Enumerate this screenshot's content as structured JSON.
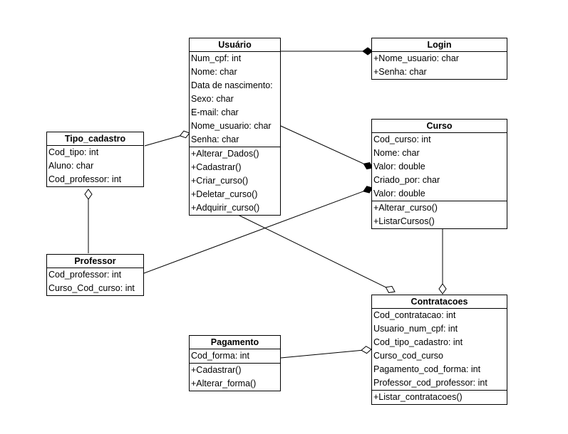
{
  "classes": {
    "usuario": {
      "name": "Usuário",
      "attributes": [
        "Num_cpf: int",
        "Nome: char",
        "Data de nascimento:",
        "Sexo: char",
        "E-mail: char",
        "Nome_usuario: char",
        "Senha: char"
      ],
      "methods": [
        "+Alterar_Dados()",
        "+Cadastrar()",
        "+Criar_curso()",
        "+Deletar_curso()",
        "+Adquirir_curso()"
      ]
    },
    "login": {
      "name": "Login",
      "attributes": [
        "+Nome_usuario: char",
        "+Senha: char"
      ],
      "methods": []
    },
    "curso": {
      "name": "Curso",
      "attributes": [
        "Cod_curso: int",
        "Nome: char",
        "Valor: double",
        "Criado_por: char",
        "Valor: double"
      ],
      "methods": [
        "+Alterar_curso()",
        "+ListarCursos()"
      ]
    },
    "tipo_cadastro": {
      "name": "Tipo_cadastro",
      "attributes": [
        "Cod_tipo: int",
        "Aluno: char",
        "Cod_professor: int"
      ],
      "methods": []
    },
    "professor": {
      "name": "Professor",
      "attributes": [
        "Cod_professor: int",
        "Curso_Cod_curso: int"
      ],
      "methods": []
    },
    "contratacoes": {
      "name": "Contratacoes",
      "attributes": [
        "Cod_contratacao: int",
        "Usuario_num_cpf: int",
        "Cod_tipo_cadastro: int",
        "Curso_cod_curso",
        "Pagamento_cod_forma: int",
        "Professor_cod_professor: int"
      ],
      "methods": [
        "+Listar_contratacoes()"
      ]
    },
    "pagamento": {
      "name": "Pagamento",
      "attributes": [
        "Cod_forma: int"
      ],
      "methods": [
        "+Cadastrar()",
        "+Alterar_forma()"
      ]
    }
  },
  "relations": [
    {
      "from": "usuario",
      "to": "login",
      "end": "filled-diamond"
    },
    {
      "from": "usuario",
      "to": "curso",
      "end": "filled-diamond"
    },
    {
      "from": "professor",
      "to": "curso",
      "end": "filled-diamond"
    },
    {
      "from": "tipo_cadastro",
      "to": "usuario",
      "end": "hollow-diamond"
    },
    {
      "from": "professor",
      "to": "tipo_cadastro",
      "end": "hollow-diamond"
    },
    {
      "from": "usuario",
      "to": "contratacoes",
      "end": "hollow-diamond"
    },
    {
      "from": "curso",
      "to": "contratacoes",
      "end": "hollow-diamond"
    },
    {
      "from": "pagamento",
      "to": "contratacoes",
      "end": "hollow-diamond"
    }
  ]
}
